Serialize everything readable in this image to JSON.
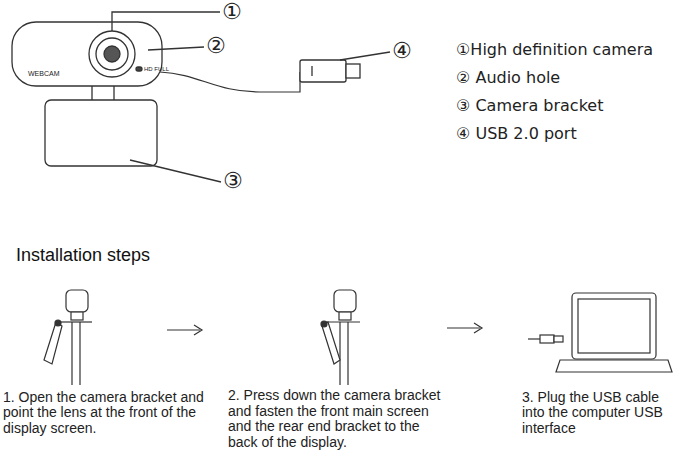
{
  "diagram": {
    "title": "Installation steps",
    "labels": [
      "①",
      "②",
      "③",
      "④",
      "WEBCAM",
      "HD FULL",
      "①High definition camera",
      "② Audio hole",
      "③ Camera bracket",
      "④ USB 2.0 port",
      "1. Open the camera bracket and point the lens at the front of the display screen.",
      "2. Press down the camera bracket and fasten the front main screen and the rear end bracket to the back of the display.",
      "3. Plug the USB cable into the computer USB interface"
    ]
  }
}
